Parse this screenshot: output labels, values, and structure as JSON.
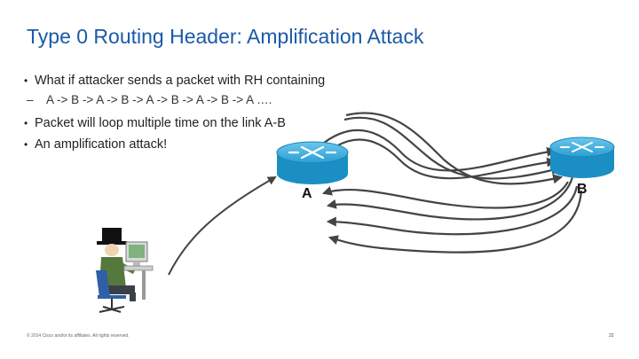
{
  "slide": {
    "title": "Type 0 Routing Header: Amplification Attack",
    "bullets": [
      "What if attacker sends a packet with RH containing",
      "Packet will loop multiple time on the link A-B",
      "An amplification attack!"
    ],
    "sub_bullet": "A -> B -> A -> B -> A -> B -> A -> B -> A ….",
    "bullet_glyph": "•",
    "sub_glyph": "–"
  },
  "diagram": {
    "router_a_label": "A",
    "router_b_label": "B",
    "router_color": "#1b8fc4",
    "line_color": "#444444",
    "icons": [
      "router-icon",
      "attacker-icon",
      "computer-icon",
      "arrow-icon"
    ]
  },
  "footer": {
    "copyright": "© 2014 Cisco and/or its affiliates. All rights reserved.",
    "page_number": "22"
  }
}
